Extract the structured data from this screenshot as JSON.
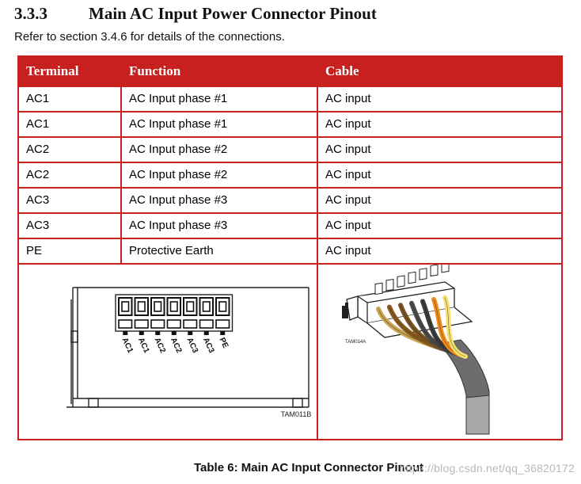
{
  "section": {
    "number": "3.3.3",
    "title": "Main AC Input Power Connector Pinout"
  },
  "intro": "Refer to section 3.4.6 for details of the connections.",
  "table": {
    "headers": [
      "Terminal",
      "Function",
      "Cable"
    ],
    "rows": [
      [
        "AC1",
        "AC Input phase #1",
        "AC input"
      ],
      [
        "AC1",
        "AC Input phase #1",
        "AC input"
      ],
      [
        "AC2",
        "AC Input phase #2",
        "AC input"
      ],
      [
        "AC2",
        "AC Input phase #2",
        "AC input"
      ],
      [
        "AC3",
        "AC Input phase #3",
        "AC input"
      ],
      [
        "AC3",
        "AC Input phase #3",
        "AC input"
      ],
      [
        "PE",
        "Protective Earth",
        "AC input"
      ]
    ]
  },
  "figures": {
    "left": {
      "pin_labels": [
        "AC1",
        "AC1",
        "AC2",
        "AC2",
        "AC3",
        "AC3",
        "PE"
      ],
      "code": "TAM011B"
    },
    "right": {
      "code": "TAM014A",
      "wire_colors": [
        "#c9a452",
        "#8a5a1c",
        "#7a5420",
        "#4a4a4a",
        "#3a3a3a",
        "#f08a18",
        "#f5e070"
      ]
    }
  },
  "caption": "Table 6: Main AC Input Connector Pinout",
  "watermark": "https://blog.csdn.net/qq_36820172",
  "colors": {
    "accent": "#c8201f"
  }
}
